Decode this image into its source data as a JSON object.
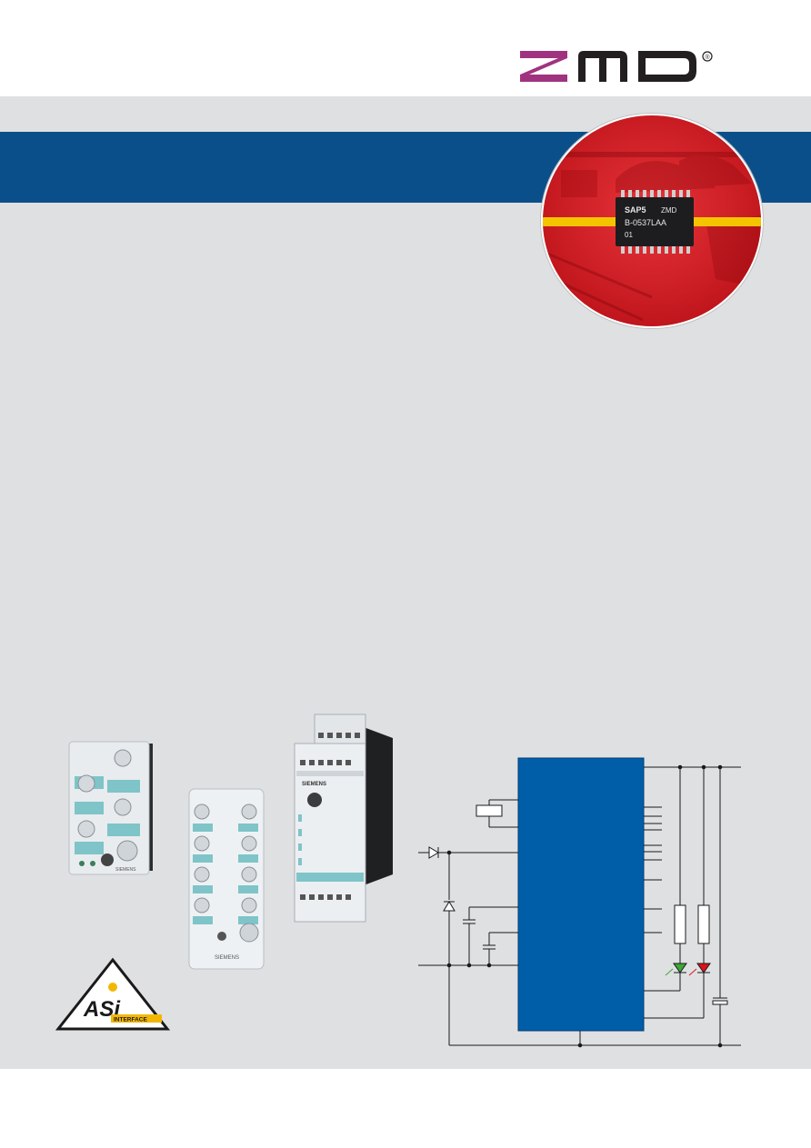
{
  "brand": {
    "logo_text": "ZMD",
    "registered_mark": "®",
    "logo_colors": {
      "z": "#a0337f",
      "md": "#231f20"
    }
  },
  "colors": {
    "band_blue": "#0b4f8a",
    "panel_gray": "#dfe0e2",
    "chip_red": "#d9141b",
    "chip_stripe": "#f5c400",
    "schematic_ic": "#005ea8",
    "led_green": "#3aa935",
    "led_red": "#d9141b"
  },
  "chip": {
    "line1": "SAP5",
    "line1_right": "ZMD",
    "line2": "B-0537LAA",
    "line3": "01"
  },
  "devices": {
    "module_a_brand": "SIEMENS",
    "module_b_brand": "SIEMENS",
    "module_c_brand": "SIEMENS"
  },
  "asi_logo": {
    "text_main": "ASi",
    "text_sub": "INTERFACE"
  }
}
